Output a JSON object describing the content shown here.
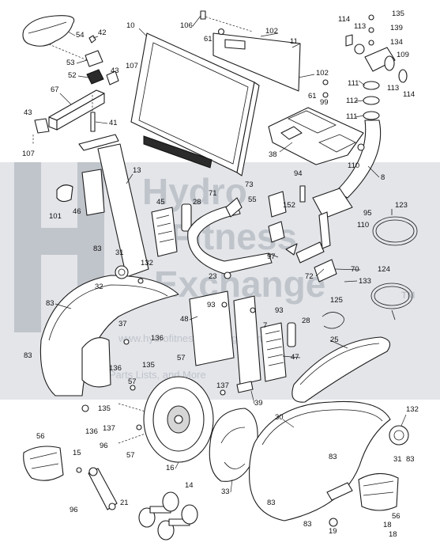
{
  "watermark": {
    "line1": "Hydro",
    "line2": "Fitness",
    "line3": "Exchange",
    "tm": "TM",
    "url": "www.hydrofitnessexchange.com",
    "tagline": "Diagrams, Parts Lists, and More"
  },
  "highlight_color": "#e2362b",
  "callouts": [
    "54",
    "42",
    "53",
    "52",
    "43",
    "107",
    "67",
    "41",
    "43",
    "107",
    "10",
    "106",
    "61",
    "102",
    "11",
    "102",
    "61",
    "99",
    "114",
    "113",
    "135",
    "139",
    "134",
    "109",
    "111",
    "113",
    "114",
    "112",
    "111",
    "38",
    "110",
    "8",
    "13",
    "46",
    "101",
    "45",
    "28",
    "71",
    "73",
    "55",
    "94",
    "152",
    "95",
    "110",
    "123",
    "83",
    "31",
    "132",
    "23",
    "97",
    "72",
    "70",
    "133",
    "124",
    "32",
    "83",
    "93",
    "93",
    "48",
    "7",
    "28",
    "47",
    "125",
    "25",
    "37",
    "136",
    "136",
    "83",
    "135",
    "57",
    "57",
    "137",
    "39",
    "30",
    "132",
    "135",
    "16",
    "136",
    "137",
    "57",
    "56",
    "15",
    "96",
    "96",
    "21",
    "14",
    "33",
    "83",
    "31",
    "83",
    "83",
    "56",
    "18",
    "18",
    "19",
    "83"
  ]
}
